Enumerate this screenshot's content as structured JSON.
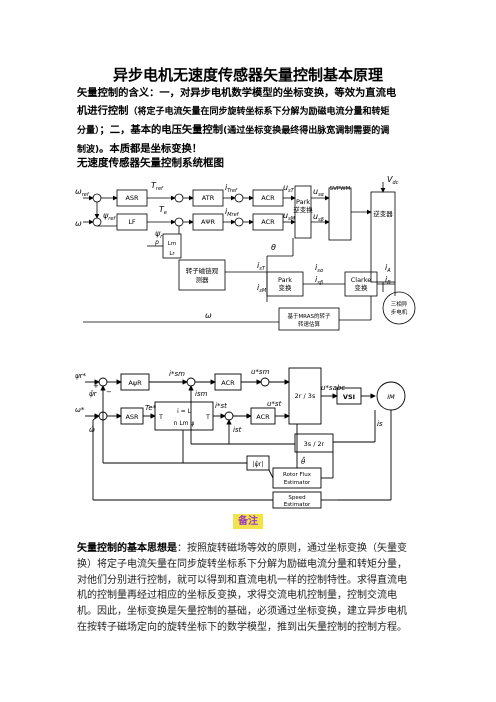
{
  "doc": {
    "title": "异步电机无速度传感器矢量控制基本原理",
    "intro_label": "矢量控制的含义：",
    "intro_part1": "一，对异步电机数学模型的坐标变换，等效为直流电机进行控制",
    "intro_part2": "（将定子电流矢量在同步旋转坐标系下分解为励磁电流分量和转矩分量）",
    "intro_part3": "；二，基本的电压矢量控制",
    "intro_part4": "(通过坐标变换最终得出脉宽调制需要的调制波)",
    "intro_part5": "。本质都是坐标变换！",
    "section_title": "无速度传感器矢量控制系统框图",
    "note_label": "备注",
    "principle_label": "矢量控制的基本思想是",
    "principle_text": "：按照旋转磁场等效的原则，通过坐标变换（矢量变换）将定子电流矢量在同步旋转坐标系下分解为励磁电流分量和转矩分量，对他们分别进行控制，就可以得到和直流电机一样的控制特性。求得直流电机的控制量再经过相应的坐标反变换，求得交流电机控制量，控制交流电机。因此，坐标变换是矢量控制的基础，必须通过坐标变换，建立异步电机在按转子磁场定向的旋转坐标下的数学模型，推到出矢量控制的控制方程。"
  },
  "diagram1": {
    "blocks": {
      "asr": "ASR",
      "atr": "ATR",
      "acr_top": "ACR",
      "park_inv_1": "Park",
      "park_inv_2": "逆变换",
      "svpwm": "SVPWM",
      "inverter": "逆变器",
      "lf": "LF",
      "aψr": "AΨR",
      "acr_bottom": "ACR",
      "flux_obs_1": "转子磁链观",
      "flux_obs_2": "测器",
      "park_1": "Park",
      "park_2": "变换",
      "clarke_1": "Clarke",
      "clarke_2": "变换",
      "speed_est_1": "基于MRAS的转子",
      "speed_est_2": "转速估算",
      "motor_1": "三相异",
      "motor_2": "步电机",
      "ratio_num": "Lm",
      "ratio_den": "Lr",
      "pole": "p"
    },
    "signals": {
      "w_ref": "ω",
      "w_ref_sub": "ref",
      "w": "ω",
      "t_ref": "T",
      "t_ref_sub": "ref",
      "te": "T",
      "te_sub": "e",
      "psi_ref": "ψ",
      "psi_ref_sub": "ref",
      "psi_r": "ψ",
      "psi_r_sub": "r",
      "it_ref": "i",
      "it_ref_sub": "Tref",
      "im_ref": "i",
      "im_ref_sub": "Mref",
      "ut": "u",
      "ut_sub": "sT",
      "um": "u",
      "um_sub": "sM",
      "ualpha": "u",
      "ualpha_sub": "sα",
      "ubeta": "u",
      "ubeta_sub": "sβ",
      "theta": "θ",
      "it": "i",
      "it_sub": "sT",
      "im": "i",
      "im_sub": "sM",
      "ialpha": "i",
      "ialpha_sub": "sα",
      "ibeta": "i",
      "ibeta_sub": "sβ",
      "ia": "i",
      "ia_sub": "A",
      "ib": "i",
      "ib_sub": "B",
      "vdc": "V",
      "vdc_sub": "dc",
      "w_bottom": "ω"
    }
  },
  "diagram2": {
    "blocks": {
      "aψr": "AψR",
      "asr": "ASR",
      "acr_1": "ACR",
      "acr_2": "ACR",
      "transform_23": "2r / 3s",
      "vsi": "VSI",
      "motor": "IM",
      "transform_32": "3s / 2r",
      "flux_est_1": "Rotor Flux",
      "flux_est_2": "Estimator",
      "speed_est_1": "Speed",
      "speed_est_2": "Estimator",
      "psi_abs": "|ψ̂r|",
      "eq_top": "i = L",
      "eq_bottom": "n Lm ψ",
      "eq_left": "T",
      "eq_right": "T"
    },
    "signals": {
      "psi_ref": "ψr*",
      "psi_hat": "ψ̂r",
      "w_ref": "ω*",
      "w_hat": "ω̂",
      "te_ref": "Te*",
      "ism_ref": "i*sm",
      "ist_ref": "i*st",
      "usm_ref": "u*sm",
      "ust_ref": "u*st",
      "ism": "ism",
      "ist": "ist",
      "usabc": "u*sabc",
      "theta": "θ̂",
      "is": "is",
      "plus": "+",
      "minus": "−"
    }
  }
}
